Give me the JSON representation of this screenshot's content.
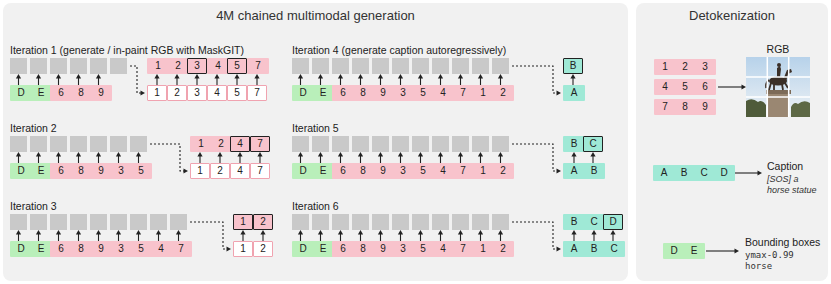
{
  "diagram": {
    "nodes": [
      {
        "text": [
          "4M chained multimodal generation"
        ]
      },
      {
        "text": [
          "1"
        ],
        "in": 0
      },
      {
        "text": [
          "2"
        ],
        "in": 0
      },
      {
        "text": [
          "3"
        ],
        "in": 0
      },
      {
        "text": [
          "4"
        ],
        "in": 0
      },
      {
        "text": [
          "5"
        ],
        "in": 0
      },
      {
        "text": [
          "7"
        ],
        "in": 0
      },
      {
        "text": [
          "D"
        ],
        "in": 0
      },
      {
        "text": [
          "E"
        ],
        "in": 0
      },
      {
        "text": [
          "6"
        ],
        "in": 0
      },
      {
        "text": [
          "8"
        ],
        "in": 0
      },
      {
        "text": [
          "9"
        ],
        "in": 0
      },
      {
        "text": [
          "1"
        ],
        "in": 0
      },
      {
        "text": [
          "2"
        ],
        "in": 0
      },
      {
        "text": [
          "3"
        ],
        "in": 0
      },
      {
        "text": [
          "4"
        ],
        "in": 0
      },
      {
        "text": [
          "5"
        ],
        "in": 0
      },
      {
        "text": [
          "7"
        ],
        "in": 0
      },
      {
        "text": [
          "1"
        ],
        "in": 0
      },
      {
        "text": [
          "2"
        ],
        "in": 0
      },
      {
        "text": [
          "4"
        ],
        "in": 0
      },
      {
        "text": [
          "7"
        ],
        "in": 0
      },
      {
        "text": [
          "D"
        ],
        "in": 0
      },
      {
        "text": [
          "E"
        ],
        "in": 0
      },
      {
        "text": [
          "6"
        ],
        "in": 0
      },
      {
        "text": [
          "8"
        ],
        "in": 0
      },
      {
        "text": [
          "9"
        ],
        "in": 0
      },
      {
        "text": [
          "3"
        ],
        "in": 0
      },
      {
        "text": [
          "5"
        ],
        "in": 0
      },
      {
        "text": [
          "1"
        ],
        "in": 0
      },
      {
        "text": [
          "2"
        ],
        "in": 0
      },
      {
        "text": [
          "4"
        ],
        "in": 0
      },
      {
        "text": [
          "7"
        ],
        "in": 0
      },
      {
        "text": [
          "1"
        ],
        "in": 0
      },
      {
        "text": [
          "2"
        ],
        "in": 0
      },
      {
        "text": [
          "D"
        ],
        "in": 0
      },
      {
        "text": [
          "E"
        ],
        "in": 0
      },
      {
        "text": [
          "6"
        ],
        "in": 0
      },
      {
        "text": [
          "8"
        ],
        "in": 0
      },
      {
        "text": [
          "9"
        ],
        "in": 0
      },
      {
        "text": [
          "3"
        ],
        "in": 0
      },
      {
        "text": [
          "5"
        ],
        "in": 0
      },
      {
        "text": [
          "4"
        ],
        "in": 0
      },
      {
        "text": [
          "7"
        ],
        "in": 0
      },
      {
        "text": [
          "1"
        ],
        "in": 0
      },
      {
        "text": [
          "2"
        ],
        "in": 0
      },
      {
        "text": [
          "B"
        ],
        "in": 0
      },
      {
        "text": [
          "D"
        ],
        "in": 0
      },
      {
        "text": [
          "E"
        ],
        "in": 0
      },
      {
        "text": [
          "6"
        ],
        "in": 0
      },
      {
        "text": [
          "8"
        ],
        "in": 0
      },
      {
        "text": [
          "9"
        ],
        "in": 0
      },
      {
        "text": [
          "3"
        ],
        "in": 0
      },
      {
        "text": [
          "5"
        ],
        "in": 0
      },
      {
        "text": [
          "4"
        ],
        "in": 0
      },
      {
        "text": [
          "7"
        ],
        "in": 0
      },
      {
        "text": [
          "1"
        ],
        "in": 0
      },
      {
        "text": [
          "2"
        ],
        "in": 0
      },
      {
        "text": [
          "A"
        ],
        "in": 0
      },
      {
        "text": [
          "B"
        ],
        "in": 0
      },
      {
        "text": [
          "C"
        ],
        "in": 0
      },
      {
        "text": [
          "D"
        ],
        "in": 0
      },
      {
        "text": [
          "E"
        ],
        "in": 0
      },
      {
        "text": [
          "6"
        ],
        "in": 0
      },
      {
        "text": [
          "8"
        ],
        "in": 0
      },
      {
        "text": [
          "9"
        ],
        "in": 0
      },
      {
        "text": [
          "3"
        ],
        "in": 0
      },
      {
        "text": [
          "5"
        ],
        "in": 0
      },
      {
        "text": [
          "4"
        ],
        "in": 0
      },
      {
        "text": [
          "7"
        ],
        "in": 0
      },
      {
        "text": [
          "1"
        ],
        "in": 0
      },
      {
        "text": [
          "2"
        ],
        "in": 0
      },
      {
        "text": [
          "A"
        ],
        "in": 0
      },
      {
        "text": [
          "B"
        ],
        "in": 0
      },
      {
        "text": [
          "B"
        ],
        "in": 0
      },
      {
        "text": [
          "C"
        ],
        "in": 0
      },
      {
        "text": [
          "D"
        ],
        "in": 0
      },
      {
        "text": [
          "D"
        ],
        "in": 0
      },
      {
        "text": [
          "E"
        ],
        "in": 0
      },
      {
        "text": [
          "6"
        ],
        "in": 0
      },
      {
        "text": [
          "8"
        ],
        "in": 0
      },
      {
        "text": [
          "9"
        ],
        "in": 0
      },
      {
        "text": [
          "3"
        ],
        "in": 0
      },
      {
        "text": [
          "5"
        ],
        "in": 0
      },
      {
        "text": [
          "4"
        ],
        "in": 0
      },
      {
        "text": [
          "7"
        ],
        "in": 0
      },
      {
        "text": [
          "1"
        ],
        "in": 0
      },
      {
        "text": [
          "2"
        ],
        "in": 0
      },
      {
        "text": [
          "A"
        ],
        "in": 0
      },
      {
        "text": [
          "B"
        ],
        "in": 0
      },
      {
        "text": [
          "C"
        ],
        "in": 0
      },
      {
        "text": [
          "Detokenization"
        ]
      },
      {
        "text": [
          "1"
        ],
        "in": 91
      },
      {
        "text": [
          "2"
        ],
        "in": 91
      },
      {
        "text": [
          "3"
        ],
        "in": 91
      },
      {
        "text": [
          "4"
        ],
        "in": 91
      },
      {
        "text": [
          "5"
        ],
        "in": 91
      },
      {
        "text": [
          "6"
        ],
        "in": 91
      },
      {
        "text": [
          "7"
        ],
        "in": 91
      },
      {
        "text": [
          "8"
        ],
        "in": 91
      },
      {
        "text": [
          "9"
        ],
        "in": 91
      },
      {
        "text": [
          "RGB"
        ],
        "in": 91
      },
      {
        "text": [
          "A"
        ],
        "in": 91
      },
      {
        "text": [
          "B"
        ],
        "in": 91
      },
      {
        "text": [
          "C"
        ],
        "in": 91
      },
      {
        "text": [
          "D"
        ],
        "in": 91
      },
      {
        "text": [
          "D"
        ],
        "in": 91
      },
      {
        "text": [
          "E"
        ],
        "in": 91
      }
    ],
    "edges": [
      {
        "from": 12,
        "to": 1,
        "arrow": "to"
      },
      {
        "from": 13,
        "to": 2,
        "arrow": "to"
      },
      {
        "from": 14,
        "to": 3,
        "arrow": "to"
      },
      {
        "from": 15,
        "to": 4,
        "arrow": "to"
      },
      {
        "from": 16,
        "to": 5,
        "arrow": "to"
      },
      {
        "from": 17,
        "to": 6,
        "arrow": "to"
      },
      {
        "from": 29,
        "to": 18,
        "arrow": "to"
      },
      {
        "from": 30,
        "to": 19,
        "arrow": "to"
      },
      {
        "from": 31,
        "to": 20,
        "arrow": "to"
      },
      {
        "from": 32,
        "to": 21,
        "arrow": "to"
      },
      {
        "from": 44,
        "to": 33,
        "arrow": "to"
      },
      {
        "from": 45,
        "to": 34,
        "arrow": "to"
      },
      {
        "from": 58,
        "to": 46,
        "arrow": "to"
      },
      {
        "from": 72,
        "to": 59,
        "arrow": "to"
      },
      {
        "from": 73,
        "to": 60,
        "arrow": "to"
      },
      {
        "from": 88,
        "to": 74,
        "arrow": "to"
      },
      {
        "from": 89,
        "to": 75,
        "arrow": "to"
      },
      {
        "from": 90,
        "to": 76,
        "arrow": "to"
      },
      {
        "from": 97,
        "to": 101,
        "arrow": "to"
      }
    ],
    "labels": [
      "Iteration 1 (generate / in-paint RGB with MaskGIT)",
      "Iteration 2",
      "Iteration 3",
      "Iteration 4 (generate caption autoregressively)",
      "Iteration 5",
      "Iteration 6",
      "Caption",
      "[SOS] a horse statue",
      "Bounding boxes",
      "ymax-0.99 horse"
    ]
  }
}
